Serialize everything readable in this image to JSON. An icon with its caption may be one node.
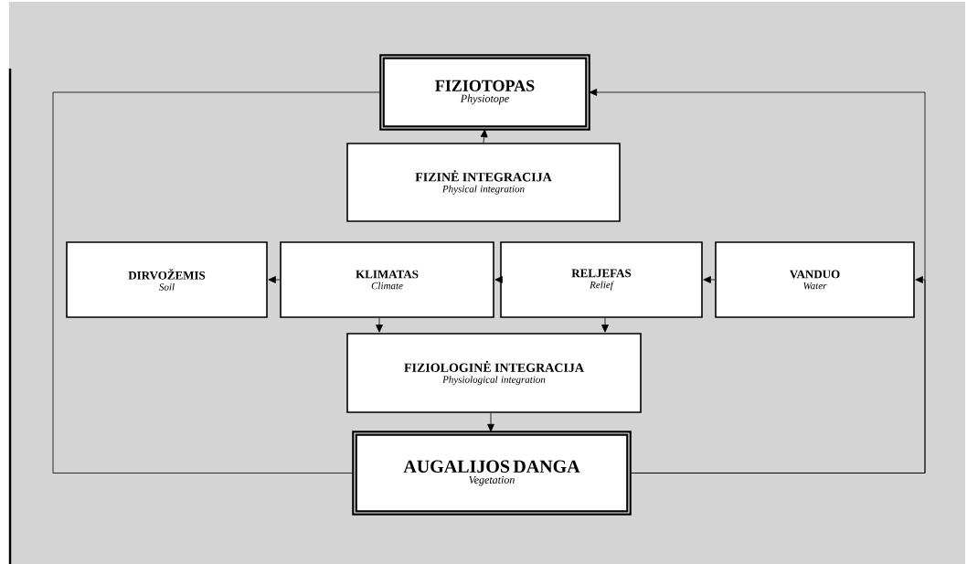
{
  "diagram": {
    "nodes": [
      {
        "text": [
          "FIZIOTOPAS",
          "Physiotope"
        ]
      },
      {
        "text": [
          "FIZINĖ INTEGRACIJA",
          "Physical integration"
        ]
      },
      {
        "text": [
          "DIRVOŽEMIS",
          "Soil"
        ]
      },
      {
        "text": [
          "KLIMATAS",
          "Climate"
        ]
      },
      {
        "text": [
          "RELJEFAS",
          "Relief"
        ]
      },
      {
        "text": [
          "VANDUO",
          "Water"
        ]
      },
      {
        "text": [
          "FIZIOLOGINĖ INTEGRACIJA",
          "Physiological integration"
        ]
      },
      {
        "text": [
          "AUGALIJOS DANGA",
          "Vegetation"
        ]
      }
    ],
    "edges": [
      {
        "from": 1,
        "to": 0,
        "arrow": "to"
      },
      {
        "from": 3,
        "to": 2,
        "arrow": "to"
      },
      {
        "from": 4,
        "to": 3,
        "arrow": "to"
      },
      {
        "from": 5,
        "to": 4,
        "arrow": "to"
      },
      {
        "from": 3,
        "to": 6,
        "arrow": "to"
      },
      {
        "from": 4,
        "to": 6,
        "arrow": "to"
      },
      {
        "from": 6,
        "to": 7,
        "arrow": "to"
      },
      {
        "from": 7,
        "to": 0,
        "arrow": "none"
      },
      {
        "from": 7,
        "to": 5,
        "arrow": "to"
      },
      {
        "from": 7,
        "to": 0,
        "arrow": "to"
      }
    ]
  }
}
